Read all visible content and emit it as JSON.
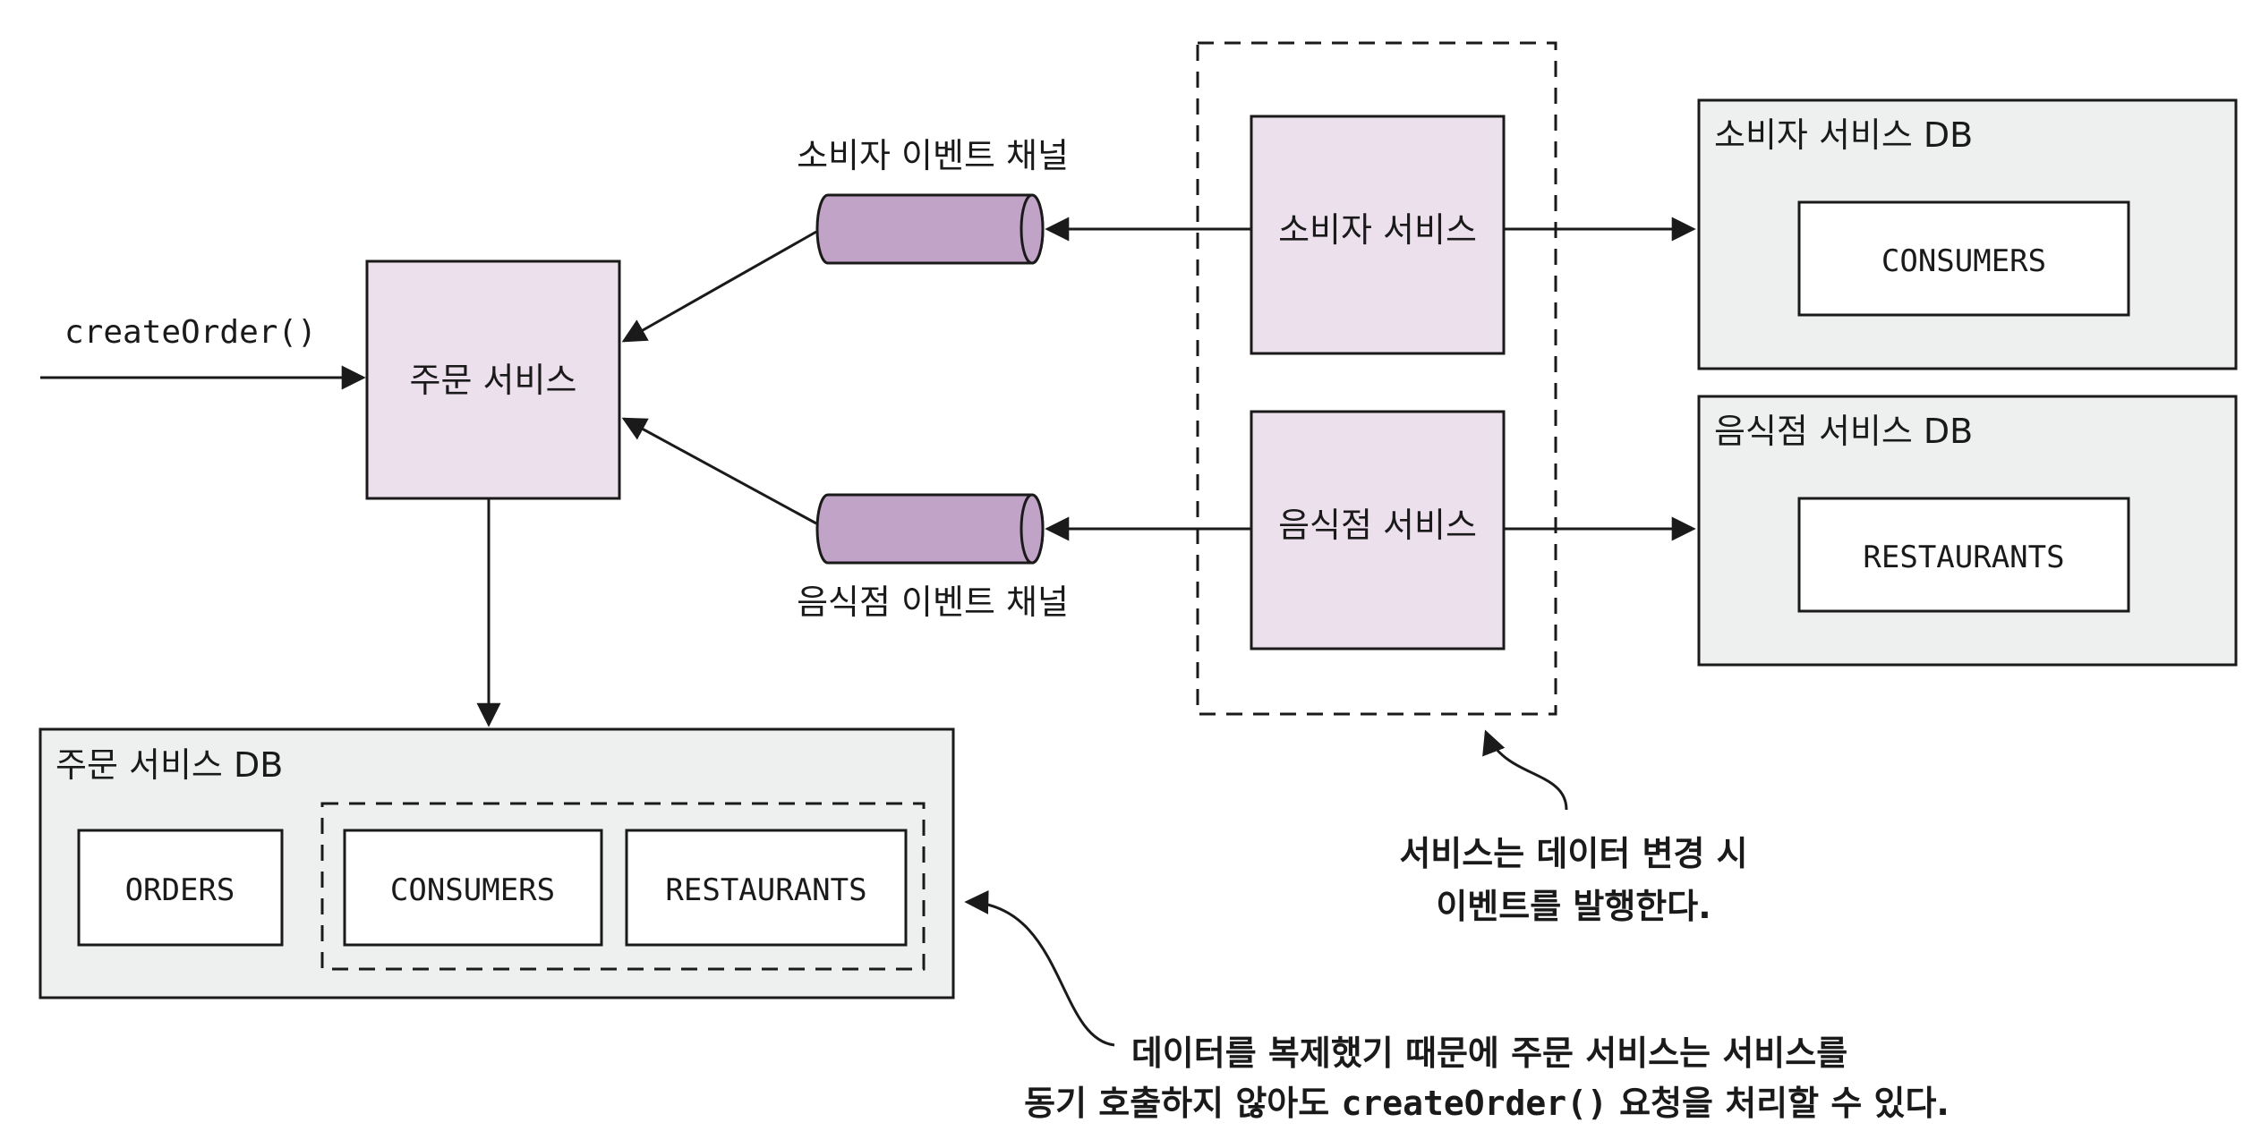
{
  "order_service": {
    "label": "주문 서비스"
  },
  "create_order": {
    "label": "createOrder()"
  },
  "consumer_channel": {
    "label": "소비자 이벤트 채널"
  },
  "restaurant_channel": {
    "label": "음식점 이벤트 채널"
  },
  "consumer_service": {
    "label": "소비자 서비스"
  },
  "restaurant_service": {
    "label": "음식점 서비스"
  },
  "consumer_db": {
    "title": "소비자 서비스 DB",
    "table": "CONSUMERS"
  },
  "restaurant_db": {
    "title": "음식점 서비스 DB",
    "table": "RESTAURANTS"
  },
  "order_db": {
    "title": "주문 서비스 DB",
    "tables": [
      "ORDERS",
      "CONSUMERS",
      "RESTAURANTS"
    ]
  },
  "annotation_publish": {
    "line1": "서비스는 데이터 변경 시",
    "line2": "이벤트를 발행한다."
  },
  "annotation_replica": {
    "line1": "데이터를 복제했기 때문에 주문 서비스는 서비스를",
    "line2_pre": "동기 호출하지 않아도 ",
    "line2_code": "createOrder()",
    "line2_post": " 요청을 처리할 수 있다."
  },
  "colors": {
    "service_fill": "#ede0ed",
    "db_fill": "#eef0ef",
    "channel_fill": "#c2a3c8",
    "stroke": "#1a1a1a"
  }
}
